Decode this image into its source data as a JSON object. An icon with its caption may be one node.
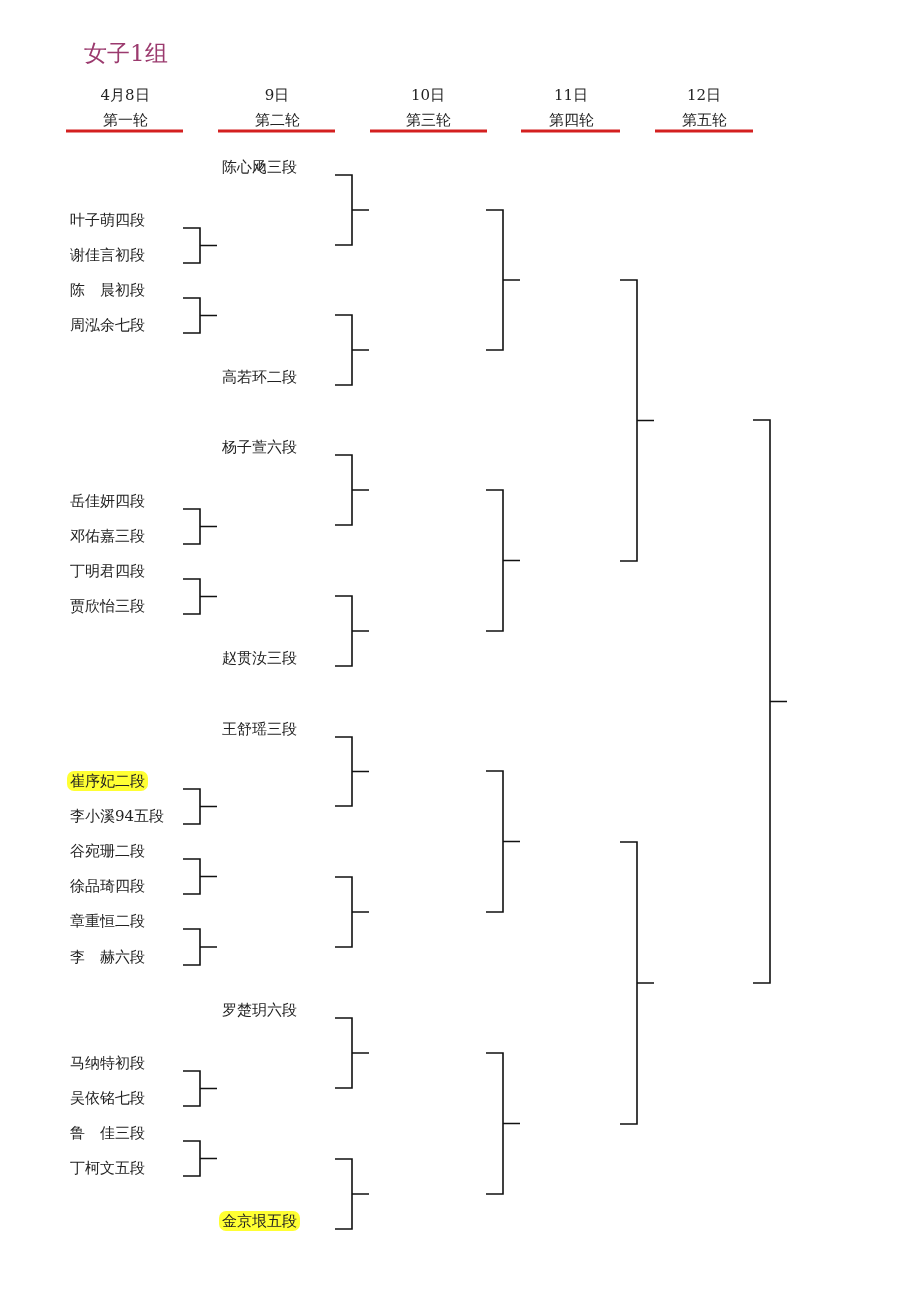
{
  "diagram": {
    "title": "女子1组",
    "nodes": [
      {
        "text": [
          "崔序妃二段"
        ]
      },
      {
        "text": [
          "金京垠五段"
        ]
      }
    ],
    "labels": [
      "4月8日",
      "9日",
      "10日",
      "11日",
      "12日",
      "第一轮",
      "第二轮",
      "第三轮",
      "第四轮",
      "第五轮",
      "陈心飏三段",
      "叶子萌四段",
      "谢佳言初段",
      "陈　晨初段",
      "周泓余七段",
      "高若环二段",
      "杨子萱六段",
      "岳佳妍四段",
      "邓佑嘉三段",
      "丁明君四段",
      "贾欣怡三段",
      "赵贯汝三段",
      "王舒瑶三段",
      "李小溪94五段",
      "谷宛珊二段",
      "徐品琦四段",
      "章重恒二段",
      "李　赫六段",
      "罗楚玥六段",
      "马纳特初段",
      "吴依铭七段",
      "鲁　佳三段",
      "丁柯文五段"
    ]
  }
}
